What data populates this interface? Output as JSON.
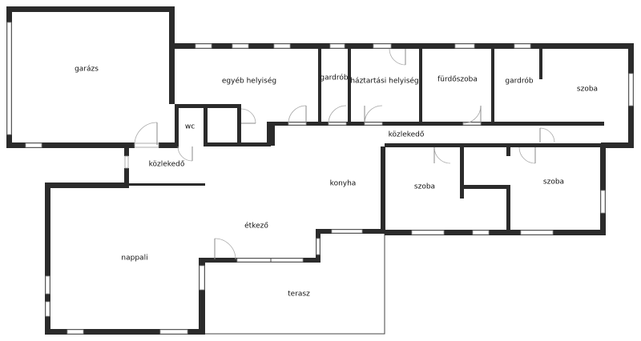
{
  "rooms": {
    "garage": "garázs",
    "other_room": "egyéb helyiség",
    "wardrobe_1": "gardrób",
    "utility_room": "háztartási helyiség",
    "bathroom": "fürdőszoba",
    "wardrobe_2": "gardrób",
    "bedroom_1": "szoba",
    "wc": "wc",
    "hallway_1": "közlekedő",
    "hallway_2": "közlekedő",
    "kitchen": "konyha",
    "bedroom_2": "szoba",
    "bedroom_3": "szoba",
    "dining": "étkező",
    "living_room": "nappali",
    "terrace": "terasz"
  },
  "colors": {
    "wall": "#2b2b2b",
    "background": "#ffffff",
    "window_frame": "#9a9a9a"
  }
}
